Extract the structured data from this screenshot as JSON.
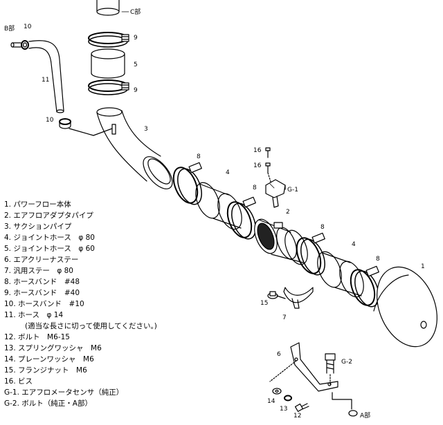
{
  "callouts": {
    "c_bu": "C部",
    "b_bu": "B部",
    "a_bu": "A部",
    "n10_top": "10",
    "n9_top": "9",
    "n5": "5",
    "n9_mid": "9",
    "n11": "11",
    "n10_mid": "10",
    "n3": "3",
    "n8_left": "8",
    "n4_left": "4",
    "n16_top": "16",
    "n16_mid": "16",
    "n8_mid": "8",
    "g1": "G-1",
    "n2": "2",
    "n8_right1": "8",
    "n4_right": "4",
    "n8_right2": "8",
    "n1": "1",
    "n15": "15",
    "n7": "7",
    "n6": "6",
    "g2": "G-2",
    "n14": "14",
    "n13": "13",
    "n12": "12"
  },
  "parts": [
    "1. パワーフロー本体",
    "2. エアフロアダプタパイプ",
    "3. サクションパイプ",
    "4. ジョイントホース　φ 80",
    "5. ジョイントホース　φ 60",
    "6. エアクリーナステー",
    "7. 汎用ステー　φ 80",
    "8. ホースバンド　#48",
    "9. ホースバンド　#40",
    "10. ホースバンド　#10",
    "11. ホース　φ 14",
    "(適当な長さに切って使用してください。)",
    "12. ボルト　M6-15",
    "13. スプリングワッシャ　M6",
    "14. プレーンワッシャ　M6",
    "15. フランジナット　M6",
    "16. ビス",
    "G-1. エアフロメータセンサ（純正）",
    "G-2. ボルト（純正・A部）"
  ]
}
